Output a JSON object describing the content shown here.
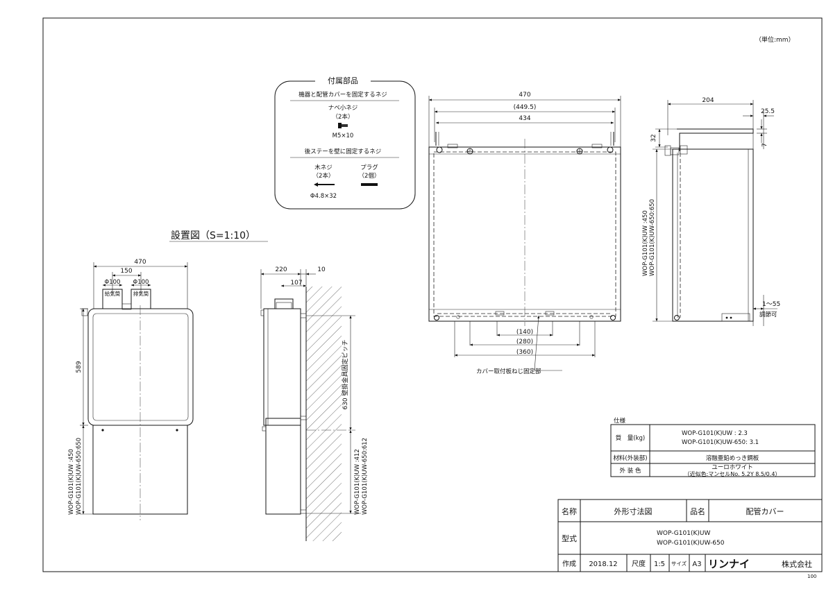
{
  "unit_note": "（単位:mm）",
  "accessories": {
    "title": "付属部品",
    "group1_title": "機器と配管カバーを固定するネジ",
    "screw_name": "ナベ小ネジ",
    "screw_qty": "（2本）",
    "screw_size": "M5×10",
    "group2_title": "後ステーを壁に固定するネジ",
    "wood_screw_name": "木ネジ",
    "wood_screw_qty": "（2本）",
    "wood_screw_size": "Φ4.8×32",
    "plug_name": "プラグ",
    "plug_qty": "（2個）"
  },
  "install_title": "設置図（S=1:10）",
  "front_install": {
    "width": "470",
    "pitch": "150",
    "dia_left": "Φ100",
    "dia_right": "Φ100",
    "label_supply": "給気筒",
    "label_exhaust": "排気筒",
    "height": "589",
    "model_line1": "WOP-G101(K)UW      :450",
    "model_line2": "WOP-G101(K)UW-650:650"
  },
  "side_install": {
    "depth": "220",
    "gap": "10",
    "offset": "107",
    "pitch_label": "630 壁掛金具固定ピッチ",
    "model_line1": "WOP-G101(K)UW    :412",
    "model_line2": "WOP-G101(K)UW-650:612"
  },
  "front_view": {
    "dim_total": "470",
    "dim_inner": "(449.5)",
    "dim_434": "434",
    "dim_140": "(140)",
    "dim_280": "(280)",
    "dim_360": "(360)",
    "callout": "カバー取付板ねじ固定部"
  },
  "side_view": {
    "dim_204": "204",
    "dim_25_5": "25.5",
    "dim_32": "32",
    "dim_7": "7",
    "model_line1": "WOP-G101(K)UW      :450",
    "model_line2": "WOP-G101(K)UW-650:650",
    "adjust_range": "1〜55",
    "adjust_label": "調節可"
  },
  "spec": {
    "title": "仕様",
    "mass_label": "質　量(kg)",
    "mass_line1": "WOP-G101(K)UW      : 2.3",
    "mass_line2": "WOP-G101(K)UW-650: 3.1",
    "material_label": "材料(外装部)",
    "material_value": "溶融亜鉛めっき鋼板",
    "color_label": "外 装 色",
    "color_line1": "ユーロホワイト",
    "color_line2": "（近似色:マンセルNo. 5.2Y 8.5/0.4）"
  },
  "title_block": {
    "name_label": "名称",
    "name_value": "外形寸法図",
    "product_label": "品名",
    "product_value": "配管カバー",
    "model_label": "型式",
    "model_line1": "WOP-G101(K)UW",
    "model_line2": "WOP-G101(K)UW-650",
    "made_label": "作成",
    "date": "2018.12",
    "scale_label": "尺度",
    "scale": "1:5",
    "size_label": "サイズ",
    "size": "A3",
    "brand": "リンナイ",
    "company_suffix": "株式会社"
  },
  "page_code": "100"
}
